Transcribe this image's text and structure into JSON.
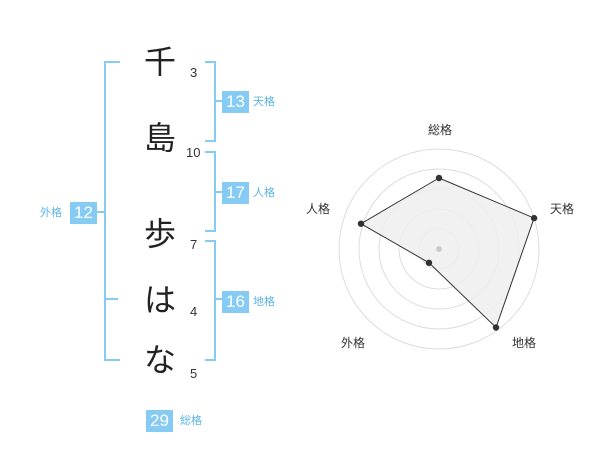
{
  "name": {
    "characters": [
      {
        "char": "千",
        "strokes": "3"
      },
      {
        "char": "島",
        "strokes": "10"
      },
      {
        "char": "歩",
        "strokes": "7"
      },
      {
        "char": "は",
        "strokes": "4"
      },
      {
        "char": "な",
        "strokes": "5"
      }
    ]
  },
  "fortune": {
    "tenkaku": {
      "value": "13",
      "label": "天格"
    },
    "jinkaku": {
      "value": "17",
      "label": "人格"
    },
    "chikaku": {
      "value": "16",
      "label": "地格"
    },
    "gaikaku": {
      "value": "12",
      "label": "外格"
    },
    "soukaku": {
      "value": "29",
      "label": "総格"
    }
  },
  "chart_data": {
    "type": "radar",
    "axes": [
      "総格",
      "天格",
      "地格",
      "外格",
      "人格"
    ],
    "values": [
      0.71,
      1.0,
      0.97,
      0.17,
      0.82
    ],
    "grid": true,
    "rings": 5
  },
  "colors": {
    "accent": "#86cbf4",
    "label": "#5ab4ea",
    "radar_fill": "#eeeeee",
    "radar_line": "#333333"
  }
}
